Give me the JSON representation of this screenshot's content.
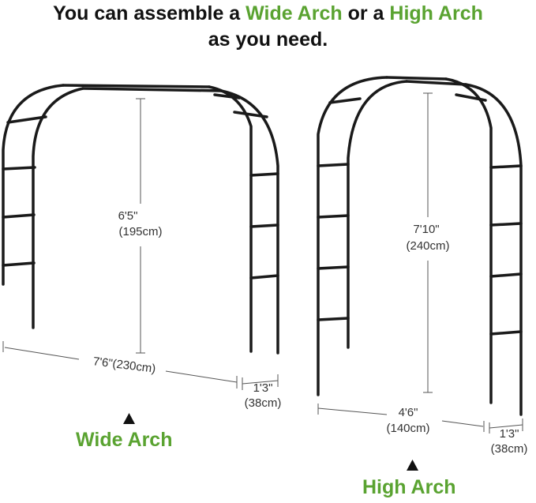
{
  "headline": {
    "pre": "You can assemble a ",
    "wide": "Wide Arch",
    "mid": " or a ",
    "high": "High Arch",
    "line2": "as you need."
  },
  "wide_arch": {
    "label": "Wide Arch",
    "height_ft": "6'5\"",
    "height_cm": "(195cm)",
    "width": "7'6\"(230cm)",
    "depth_ft": "1'3\"",
    "depth_cm": "(38cm)"
  },
  "high_arch": {
    "label": "High Arch",
    "height_ft": "7'10\"",
    "height_cm": "(240cm)",
    "width_ft": "4'6\"",
    "width_cm": "(140cm)",
    "depth_ft": "1'3\"",
    "depth_cm": "(38cm)"
  },
  "colors": {
    "accent": "#5aa331",
    "text": "#111111",
    "frame": "#1a1a1a"
  }
}
